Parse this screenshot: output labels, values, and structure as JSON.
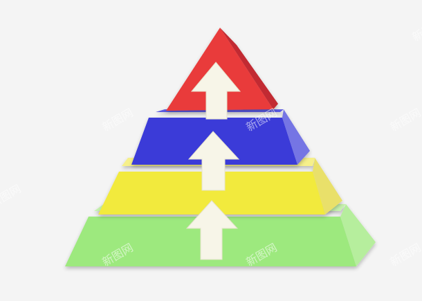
{
  "diagram": {
    "layers": [
      {
        "name": "top",
        "color": "#e93a3a",
        "side_color": "#c82e33"
      },
      {
        "name": "second",
        "color": "#3a3ad8",
        "side_color": "#6c6ce0"
      },
      {
        "name": "third",
        "color": "#f2ea3e",
        "side_color": "#e3d93a"
      },
      {
        "name": "base",
        "color": "#9de97e",
        "side_color": "#b6ee9d"
      }
    ],
    "arrow_icon": "up-arrow-icon",
    "arrow_color": "#f7f5e8"
  },
  "watermarks": [
    "新图网",
    "新图网",
    "新图网",
    "新图网",
    "新图网",
    "新图网",
    "新图网",
    "新图网"
  ]
}
